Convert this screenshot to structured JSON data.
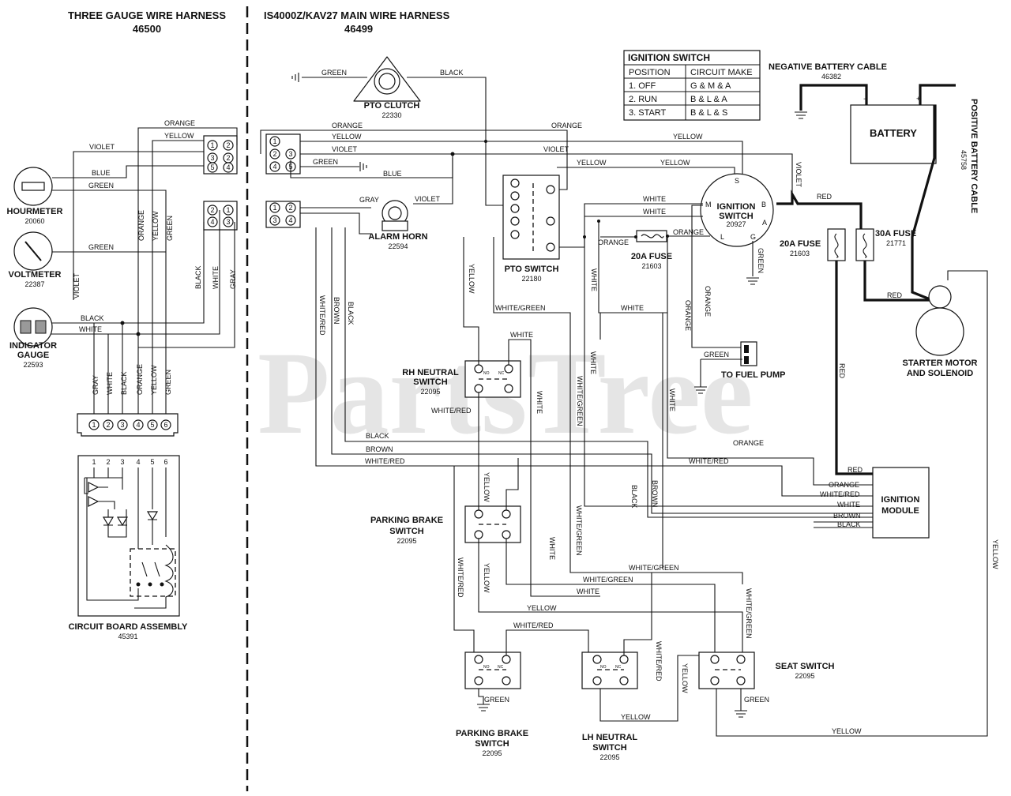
{
  "watermark": "PartsTree",
  "sections": {
    "left_title": "THREE GAUGE WIRE HARNESS",
    "left_part": "46500",
    "right_title": "IS4000Z/KAV27 MAIN WIRE HARNESS",
    "right_part": "46499"
  },
  "ignition_table": {
    "title": "IGNITION SWITCH",
    "headers": [
      "POSITION",
      "CIRCUIT MAKE"
    ],
    "rows": [
      [
        "1. OFF",
        "G & M & A"
      ],
      [
        "2. RUN",
        "B & L & A"
      ],
      [
        "3. START",
        "B & L & S"
      ]
    ]
  },
  "components": {
    "hourmeter": {
      "name": "HOURMETER",
      "part": "20060"
    },
    "voltmeter": {
      "name": "VOLTMETER",
      "part": "22387"
    },
    "indicator": {
      "name1": "INDICATOR",
      "name2": "GAUGE",
      "part": "22593"
    },
    "circuit_board": {
      "name": "CIRCUIT BOARD ASSEMBLY",
      "part": "45391"
    },
    "pto_clutch": {
      "name": "PTO CLUTCH",
      "part": "22330"
    },
    "alarm_horn": {
      "name": "ALARM HORN",
      "part": "22594"
    },
    "pto_switch": {
      "name": "PTO SWITCH",
      "part": "22180"
    },
    "ignition_switch": {
      "name1": "IGNITION",
      "name2": "SWITCH",
      "part": "20927"
    },
    "fuse_20a_center": {
      "name": "20A FUSE",
      "part": "21603"
    },
    "fuse_20a_right": {
      "name": "20A FUSE",
      "part": "21603"
    },
    "fuse_30a": {
      "name": "30A FUSE",
      "part": "21771"
    },
    "battery": {
      "name": "BATTERY"
    },
    "neg_cable": {
      "name": "NEGATIVE BATTERY CABLE",
      "part": "46382"
    },
    "pos_cable": {
      "name": "POSITIVE BATTERY CABLE",
      "part": "45758"
    },
    "starter": {
      "name1": "STARTER MOTOR",
      "name2": "AND SOLENOID"
    },
    "fuel_pump": {
      "name": "TO FUEL PUMP"
    },
    "rh_neutral": {
      "name1": "RH NEUTRAL",
      "name2": "SWITCH",
      "part": "22095"
    },
    "pbrake_upper": {
      "name1": "PARKING BRAKE",
      "name2": "SWITCH",
      "part": "22095"
    },
    "pbrake_lower": {
      "name1": "PARKING BRAKE",
      "name2": "SWITCH",
      "part": "22095"
    },
    "lh_neutral": {
      "name1": "LH NEUTRAL",
      "name2": "SWITCH",
      "part": "22095"
    },
    "seat_switch": {
      "name": "SEAT SWITCH",
      "part": "22095"
    },
    "ignition_module": {
      "name1": "IGNITION",
      "name2": "MODULE"
    }
  },
  "terminals": {
    "ign_s": "S",
    "ign_m": "M",
    "ign_b": "B",
    "ign_a": "A",
    "ign_l": "L",
    "ign_g": "G",
    "bat_neg": "−",
    "bat_pos": "+",
    "sw_no": "NO",
    "sw_nc": "NC"
  },
  "pins": {
    "c1": "1",
    "c2": "2",
    "c3": "3",
    "c4": "4",
    "c5": "5",
    "c6": "6"
  },
  "wires": {
    "orange": "ORANGE",
    "yellow": "YELLOW",
    "violet": "VIOLET",
    "blue": "BLUE",
    "green": "GREEN",
    "black": "BLACK",
    "white": "WHITE",
    "gray": "GRAY",
    "brown": "BROWN",
    "red": "RED",
    "white_red": "WHITE/RED",
    "white_green": "WHITE/GREEN"
  }
}
